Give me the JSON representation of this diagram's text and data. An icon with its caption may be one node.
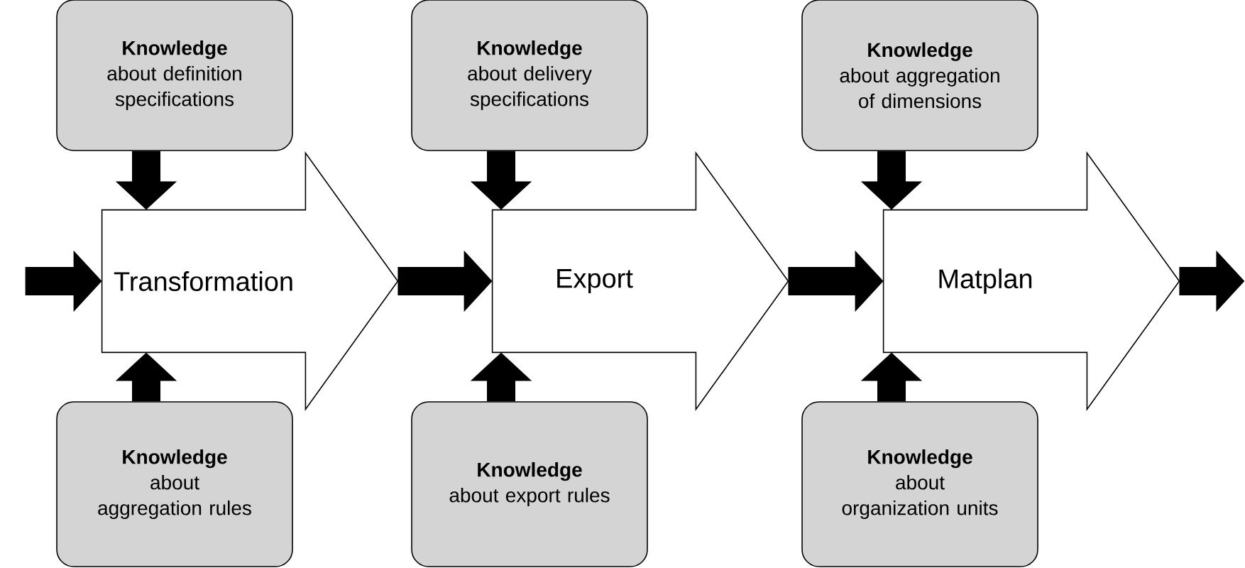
{
  "diagram": {
    "nodes": [
      {
        "text": [
          "Knowledge",
          "about definition specifications"
        ]
      },
      {
        "text": [
          "Knowledge",
          "about delivery specifications"
        ]
      },
      {
        "text": [
          "Knowledge",
          "about aggregation of dimensions"
        ]
      },
      {
        "text": [
          "Transformation"
        ]
      },
      {
        "text": [
          "Export"
        ]
      },
      {
        "text": [
          "Matplan"
        ]
      },
      {
        "text": [
          "Knowledge",
          "about aggregation rules"
        ]
      },
      {
        "text": [
          "Knowledge",
          "about export rules"
        ]
      },
      {
        "text": [
          "Knowledge",
          "about organization units"
        ]
      }
    ],
    "edges": [
      {
        "from": null,
        "to": 3,
        "arrow": "to"
      },
      {
        "from": 0,
        "to": 3,
        "arrow": "to"
      },
      {
        "from": 6,
        "to": 3,
        "arrow": "to"
      },
      {
        "from": 3,
        "to": 4,
        "arrow": "to"
      },
      {
        "from": 1,
        "to": 4,
        "arrow": "to"
      },
      {
        "from": 7,
        "to": 4,
        "arrow": "to"
      },
      {
        "from": 4,
        "to": 5,
        "arrow": "to"
      },
      {
        "from": 2,
        "to": 5,
        "arrow": "to"
      },
      {
        "from": 8,
        "to": 5,
        "arrow": "to"
      },
      {
        "from": 5,
        "to": null,
        "arrow": "to"
      }
    ]
  }
}
